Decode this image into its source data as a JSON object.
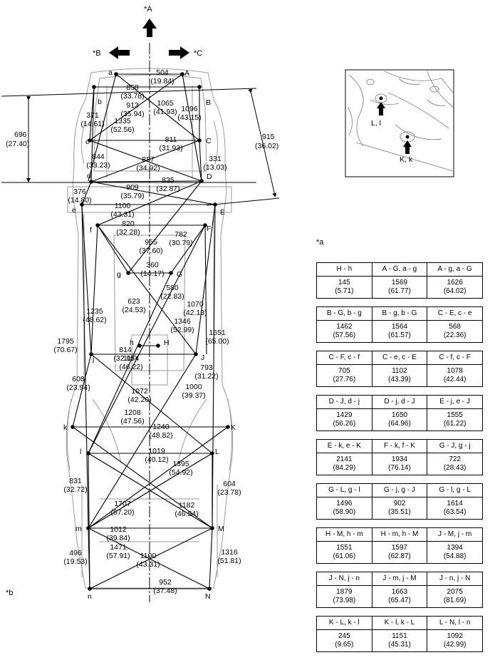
{
  "refs": {
    "a": "*a",
    "b": "*b",
    "A": "*A",
    "B": "*B",
    "C": "*C"
  },
  "points": [
    "a",
    "A",
    "b",
    "B",
    "c",
    "C",
    "d",
    "D",
    "e",
    "E",
    "f",
    "F",
    "g",
    "G",
    "h",
    "H",
    "j",
    "J",
    "k",
    "K",
    "l",
    "L",
    "m",
    "M",
    "n",
    "N"
  ],
  "inset_labels": [
    "L, l",
    "K, k"
  ],
  "side_dims": [
    {
      "mm": "696",
      "in": "(27.40)"
    },
    {
      "mm": "915",
      "in": "(36.02)"
    }
  ],
  "measurements": [
    {
      "mm": "504",
      "in": "(19.84)"
    },
    {
      "mm": "858",
      "in": "(33.78)"
    },
    {
      "mm": "1065",
      "in": "(41.93)"
    },
    {
      "mm": "913",
      "in": "(35.94)"
    },
    {
      "mm": "1096",
      "in": "(43.15)"
    },
    {
      "mm": "371",
      "in": "(14.61)"
    },
    {
      "mm": "1335",
      "in": "(52.56)"
    },
    {
      "mm": "811",
      "in": "(31.93)"
    },
    {
      "mm": "844",
      "in": "(33.23)"
    },
    {
      "mm": "887",
      "in": "(34.92)"
    },
    {
      "mm": "331",
      "in": "(13.03)"
    },
    {
      "mm": "835",
      "in": "(32.87)"
    },
    {
      "mm": "909",
      "in": "(35.79)"
    },
    {
      "mm": "376",
      "in": "(14.80)"
    },
    {
      "mm": "1100",
      "in": "(43.31)"
    },
    {
      "mm": "820",
      "in": "(32.28)"
    },
    {
      "mm": "782",
      "in": "(30.79)"
    },
    {
      "mm": "955",
      "in": "(37.60)"
    },
    {
      "mm": "360",
      "in": "(14.17)"
    },
    {
      "mm": "580",
      "in": "(22.83)"
    },
    {
      "mm": "623",
      "in": "(24.53)"
    },
    {
      "mm": "1070",
      "in": "(42.13)"
    },
    {
      "mm": "1346",
      "in": "(52.99)"
    },
    {
      "mm": "1235",
      "in": "(48.62)"
    },
    {
      "mm": "1651",
      "in": "(65.00)"
    },
    {
      "mm": "1795",
      "in": "(70.67)"
    },
    {
      "mm": "814",
      "in": "(32.05)"
    },
    {
      "mm": "1174",
      "in": "(46.22)"
    },
    {
      "mm": "793",
      "in": "(31.22)"
    },
    {
      "mm": "608",
      "in": "(23.94)"
    },
    {
      "mm": "1000",
      "in": "(39.37)"
    },
    {
      "mm": "1072",
      "in": "(42.20)"
    },
    {
      "mm": "1208",
      "in": "(47.56)"
    },
    {
      "mm": "1240",
      "in": "(48.82)"
    },
    {
      "mm": "1019",
      "in": "(40.12)"
    },
    {
      "mm": "1395",
      "in": "(54.92)"
    },
    {
      "mm": "831",
      "in": "(32.72)"
    },
    {
      "mm": "604",
      "in": "(23.78)"
    },
    {
      "mm": "1707",
      "in": "(67.20)"
    },
    {
      "mm": "1182",
      "in": "(46.54)"
    },
    {
      "mm": "1012",
      "in": "(39.84)"
    },
    {
      "mm": "1471",
      "in": "(57.91)"
    },
    {
      "mm": "1100",
      "in": "(43.31)"
    },
    {
      "mm": "496",
      "in": "(19.53)"
    },
    {
      "mm": "1316",
      "in": "(51.81)"
    },
    {
      "mm": "952",
      "in": "(37.48)"
    }
  ],
  "tables": [
    {
      "headers": [
        "H - h",
        "A - G, a - g",
        "A - g, a - G"
      ],
      "cells": [
        {
          "mm": "145",
          "in": "(5.71)"
        },
        {
          "mm": "1569",
          "in": "(61.77)"
        },
        {
          "mm": "1626",
          "in": "(64.02)"
        }
      ]
    },
    {
      "headers": [
        "B - G, b - g",
        "B - g, b - G",
        "C - E, c - e"
      ],
      "cells": [
        {
          "mm": "1462",
          "in": "(57.56)"
        },
        {
          "mm": "1564",
          "in": "(61.57)"
        },
        {
          "mm": "568",
          "in": "(22.36)"
        }
      ]
    },
    {
      "headers": [
        "C - F, c - f",
        "C - e, c - E",
        "C - f, c - F"
      ],
      "cells": [
        {
          "mm": "705",
          "in": "(27.76)"
        },
        {
          "mm": "1102",
          "in": "(43.39)"
        },
        {
          "mm": "1078",
          "in": "(42.44)"
        }
      ]
    },
    {
      "headers": [
        "D - J, d - j",
        "D - j, d - J",
        "E - j, e - J"
      ],
      "cells": [
        {
          "mm": "1429",
          "in": "(56.26)"
        },
        {
          "mm": "1650",
          "in": "(64.96)"
        },
        {
          "mm": "1555",
          "in": "(61.22)"
        }
      ]
    },
    {
      "headers": [
        "E - k, e - K",
        "F - k, f - K",
        "G - J, g - j"
      ],
      "cells": [
        {
          "mm": "2141",
          "in": "(84.29)"
        },
        {
          "mm": "1934",
          "in": "(76.14)"
        },
        {
          "mm": "722",
          "in": "(28.43)"
        }
      ]
    },
    {
      "headers": [
        "G - L, g - l",
        "G - j, g - J",
        "G - l, g - L"
      ],
      "cells": [
        {
          "mm": "1496",
          "in": "(58.90)"
        },
        {
          "mm": "902",
          "in": "(35.51)"
        },
        {
          "mm": "1614",
          "in": "(63.54)"
        }
      ]
    },
    {
      "headers": [
        "H - M, h - m",
        "H - m, h - M",
        "J - M, j - m"
      ],
      "cells": [
        {
          "mm": "1551",
          "in": "(61.06)"
        },
        {
          "mm": "1597",
          "in": "(62.87)"
        },
        {
          "mm": "1394",
          "in": "(54.88)"
        }
      ]
    },
    {
      "headers": [
        "J - N, j - n",
        "J - m, j - M",
        "J - n, j - N"
      ],
      "cells": [
        {
          "mm": "1879",
          "in": "(73.98)"
        },
        {
          "mm": "1663",
          "in": "(65.47)"
        },
        {
          "mm": "2075",
          "in": "(81.69)"
        }
      ]
    },
    {
      "headers": [
        "K - L, k - l",
        "K - l, k - L",
        "L - N, l - n"
      ],
      "cells": [
        {
          "mm": "245",
          "in": "(9.65)"
        },
        {
          "mm": "1151",
          "in": "(45.31)"
        },
        {
          "mm": "1092",
          "in": "(42.99)"
        }
      ]
    }
  ]
}
